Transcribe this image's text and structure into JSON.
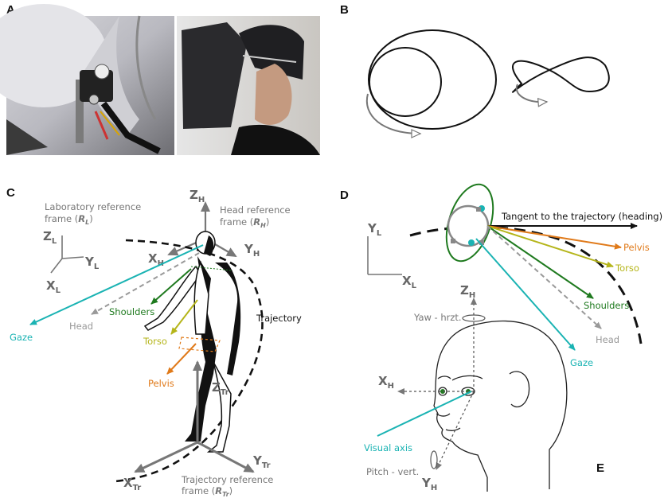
{
  "panels": {
    "A": {
      "label": "A"
    },
    "B": {
      "label": "B"
    },
    "C": {
      "label": "C",
      "lab_frame_line1": "Laboratory reference",
      "lab_frame_line2": "frame (",
      "lab_frame_sym": "R",
      "lab_frame_sub": "L",
      "head_frame_line1": "Head reference",
      "head_frame_line2": "frame (",
      "head_frame_sym": "R",
      "head_frame_sub": "H",
      "traj_frame_line1": "Trajectory reference",
      "traj_frame_line2": "frame (",
      "traj_frame_sym": "R",
      "traj_frame_sub": "Tr",
      "trajectory": "Trajectory",
      "segments": {
        "gaze": {
          "label": "Gaze",
          "color": "#1ab3b3"
        },
        "head": {
          "label": "Head",
          "color": "#999999"
        },
        "shoulders": {
          "label": "Shoulders",
          "color": "#1f7a1f"
        },
        "torso": {
          "label": "Torso",
          "color": "#b5b51a"
        },
        "pelvis": {
          "label": "Pelvis",
          "color": "#e07a1a"
        }
      },
      "axes": {
        "ZH": "Z",
        "ZH_sub": "H",
        "YH": "Y",
        "YH_sub": "H",
        "XH": "X",
        "XH_sub": "H",
        "ZL": "Z",
        "ZL_sub": "L",
        "YL": "Y",
        "YL_sub": "L",
        "XL": "X",
        "XL_sub": "L",
        "ZTr": "Z",
        "ZTr_sub": "Tr",
        "YTr": "Y",
        "YTr_sub": "Tr",
        "XTr": "X",
        "XTr_sub": "Tr"
      }
    },
    "D": {
      "label": "D",
      "tangent": "Tangent to the trajectory (heading)",
      "pelvis": "Pelvis",
      "torso": "Torso",
      "shoulders": "Shoulders",
      "head": "Head",
      "gaze": "Gaze",
      "axes": {
        "YL": "Y",
        "YL_sub": "L",
        "XL": "X",
        "XL_sub": "L"
      }
    },
    "E": {
      "label": "E",
      "yaw": "Yaw - hrzt.",
      "pitch": "Pitch - vert.",
      "visual_axis": "Visual axis",
      "axes": {
        "ZH": "Z",
        "ZH_sub": "H",
        "XH": "X",
        "XH_sub": "H",
        "YH": "Y",
        "YH_sub": "H"
      }
    }
  },
  "colors": {
    "gray": "#777777",
    "cyan": "#1ab3b3",
    "green": "#1f7a1f",
    "yellow": "#b5b51a",
    "orange": "#e07a1a",
    "black": "#111111"
  }
}
